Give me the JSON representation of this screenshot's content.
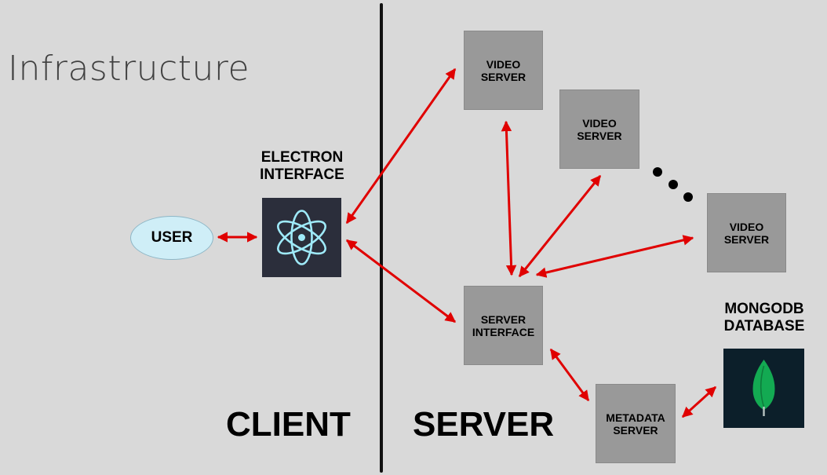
{
  "title": "Infrastructure",
  "sides": {
    "client": "CLIENT",
    "server": "SERVER"
  },
  "user": {
    "label": "USER"
  },
  "electron": {
    "line1": "ELECTRON",
    "line2": "INTERFACE",
    "icon": "electron-atom-icon"
  },
  "mongodb": {
    "line1": "MONGODB",
    "line2": "DATABASE",
    "icon": "mongodb-leaf-icon"
  },
  "video_servers": [
    {
      "line1": "VIDEO",
      "line2": "SERVER"
    },
    {
      "line1": "VIDEO",
      "line2": "SERVER"
    },
    {
      "line1": "VIDEO",
      "line2": "SERVER"
    }
  ],
  "server_interface": {
    "line1": "SERVER",
    "line2": "INTERFACE"
  },
  "metadata_server": {
    "line1": "METADATA",
    "line2": "SERVER"
  },
  "colors": {
    "background": "#d9d9d9",
    "node": "#999999",
    "user": "#cfeef7",
    "arrow": "#e00000",
    "electron_bg": "#2b2e3b",
    "electron_icon": "#9feaf9",
    "mongo_bg": "#0c1f2a",
    "mongo_leaf": "#13aa52"
  }
}
